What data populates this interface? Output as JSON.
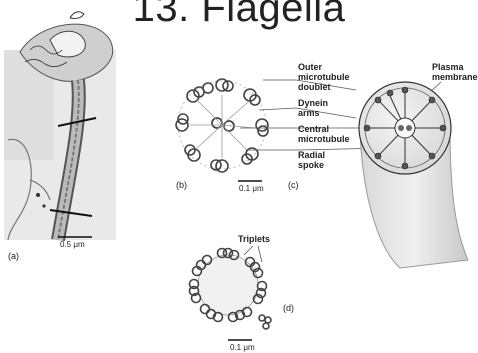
{
  "slide_title": "13. Flagella",
  "panels": {
    "a": {
      "label": "(a)",
      "scale": "0.5 μm"
    },
    "b": {
      "label": "(b)",
      "scale": "0.1 μm"
    },
    "c": {
      "label": "(c)"
    },
    "d": {
      "label": "(d)",
      "scale": "0.1 μm"
    }
  },
  "callouts": {
    "outer_doublet_1": "Outer",
    "outer_doublet_2": "microtubule",
    "outer_doublet_3": "doublet",
    "dynein_1": "Dynein",
    "dynein_2": "arms",
    "central_1": "Central",
    "central_2": "microtubule",
    "radial_1": "Radial",
    "radial_2": "spoke",
    "plasma_1": "Plasma",
    "plasma_2": "membrane",
    "triplets": "Triplets"
  }
}
